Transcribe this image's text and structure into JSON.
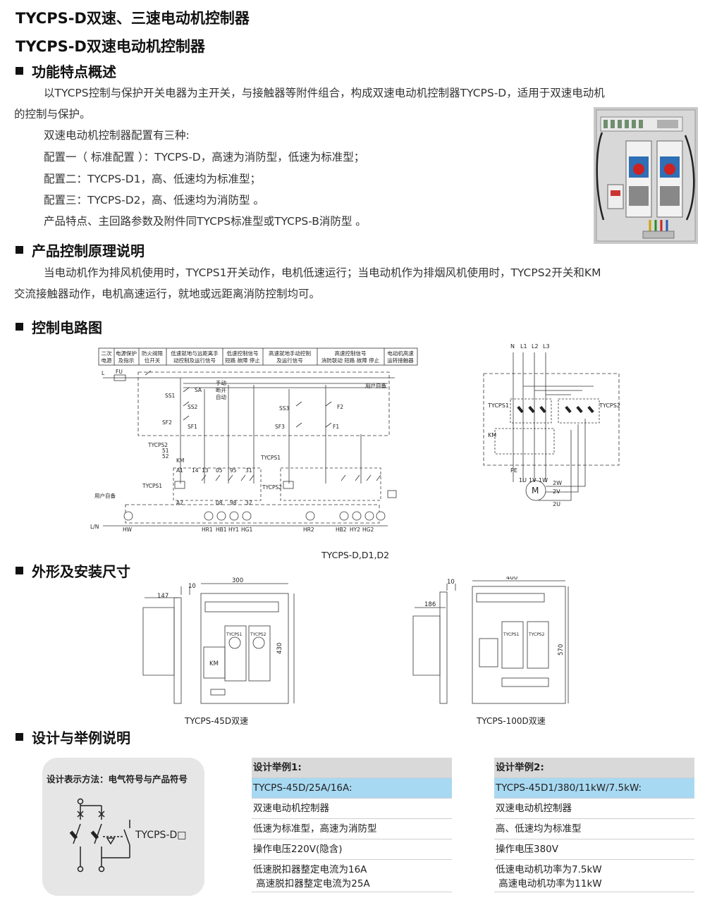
{
  "titles": {
    "main": "TYCPS-D双速、三速电动机控制器",
    "sub": "TYCPS-D双速电动机控制器"
  },
  "sections": {
    "features": "功能特点概述",
    "principle": "产品控制原理说明",
    "circuit": "控制电路图",
    "dimensions": "外形及安装尺寸",
    "design": "设计与举例说明"
  },
  "features": {
    "p1_line1": "以TYCPS控制与保护开关电器为主开关，与接触器等附件组合，构成双速电动机控制器TYCPS-D，适用于双速电动机",
    "p1_line2": "的控制与保护。",
    "p2": "双速电动机控制器配置有三种:",
    "p3": "配置一（ 标准配置 ）：TYCPS-D，高速为消防型，低速为标准型；",
    "p4": "配置二：TYCPS-D1，高、低速均为标准型；",
    "p5": "配置三：TYCPS-D2，高、低速均为消防型 。",
    "p6": "产品特点、主回路参数及附件同TYCPS标准型或TYCPS-B消防型 。"
  },
  "principle": {
    "line1": "当电动机作为排风机使用时，TYCPS1开关动作，电机低速运行；当电动机作为排烟风机使用时，TYCPS2开关和KM",
    "line2": "交流接触器动作，电机高速运行，就地或远距离消防控制均可。"
  },
  "circuit": {
    "header_cells": [
      "二次电源",
      "电源保护及指示",
      "防火阀限位开关",
      "低速就地与远距离手动控制及运行信号",
      "低速控制信号 短路 故障 停止",
      "高速就地手动控制及运行信号",
      "高速控制信号 消防联动 短路 故障 停止",
      "电动机高速运转接触器"
    ],
    "header": {
      "c1a": "二次",
      "c1b": "电源",
      "c2a": "电源保护",
      "c2b": "及指示",
      "c3a": "防火阀限",
      "c3b": "位开关",
      "c4a": "低速就地与远距离手",
      "c4b": "动控制及运行信号",
      "c5a": "低速控制信号",
      "c5b": "短路 故障 停止",
      "c6a": "高速就地手动控制",
      "c6b": "及运行信号",
      "c7a": "高速控制信号",
      "c7b": "消防联动 短路 故障 停止",
      "c8a": "电动机高速",
      "c8b": "运转接触器"
    },
    "labels": {
      "L": "L",
      "FU": "FU",
      "user": "用户自备",
      "user2": "用户自备",
      "ss1": "SS1",
      "ss2": "SS2",
      "sa": "SA",
      "manual": "手动",
      "off": "断开",
      "auto": "自动",
      "ss3": "SS3",
      "sf2": "SF2",
      "sf1": "SF1",
      "sf3": "SF3",
      "f1": "F1",
      "f2": "F2",
      "km": "KM",
      "tycps1": "TYCPS1",
      "tycps2": "TYCPS2",
      "a1": "A1",
      "a2": "A2",
      "n14": "14",
      "n13": "13",
      "n05": "05",
      "n95": "95",
      "n31": "31",
      "n08": "08",
      "n98": "98",
      "n32": "32",
      "n51": "51",
      "n52": "52",
      "LN": "L/N",
      "hw": "HW",
      "hr1": "HR1",
      "hb1": "HB1",
      "hy1": "HY1",
      "hg1": "HG1",
      "hr2": "HR2",
      "hb2": "HB2",
      "hy2": "HY2",
      "hg2": "HG2"
    },
    "main_labels": {
      "n": "N",
      "l1": "L1",
      "l2": "L2",
      "l3": "L3",
      "tycps1": "TYCPS1",
      "tycps2": "TYCPS2",
      "km": "KM",
      "pe": "PE",
      "u1": "1U",
      "v1": "1V",
      "w1": "1W",
      "w2": "2W",
      "v2": "2V",
      "u2": "2U",
      "m": "M"
    },
    "caption": "TYCPS-D,D1,D2"
  },
  "dimensions": {
    "left": {
      "w": "300",
      "depth": "147",
      "gap": "10",
      "h": "430",
      "caption": "TYCPS-45D双速",
      "km": "KM",
      "t1": "TYCPS1",
      "t2": "TYCPS2"
    },
    "right": {
      "w": "400",
      "depth": "186",
      "gap": "10",
      "h": "570",
      "caption": "TYCPS-100D双速",
      "t1": "TYCPS1",
      "t2": "TYCPS2"
    }
  },
  "design": {
    "method_title": "设计表示方法：电气符号与产品符号",
    "product_symbol": "TYCPS-D□",
    "ex1": {
      "title": "设计举例1:",
      "model": "TYCPS-45D/25A/16A:",
      "r1": "双速电动机控制器",
      "r2": "低速为标准型，高速为消防型",
      "r3": "操作电压220V(隐含)",
      "r4a": "低速脱扣器整定电流为16A",
      "r4b": " 高速脱扣器整定电流为25A"
    },
    "ex2": {
      "title": "设计举例2:",
      "model": "TYCPS-45D1/380/11kW/7.5kW:",
      "r1": "双速电动机控制器",
      "r2": "高、低速均为标准型",
      "r3": "操作电压380V",
      "r4a": "低速电动机功率为7.5kW",
      "r4b": " 高速电动机功率为11kW"
    }
  }
}
